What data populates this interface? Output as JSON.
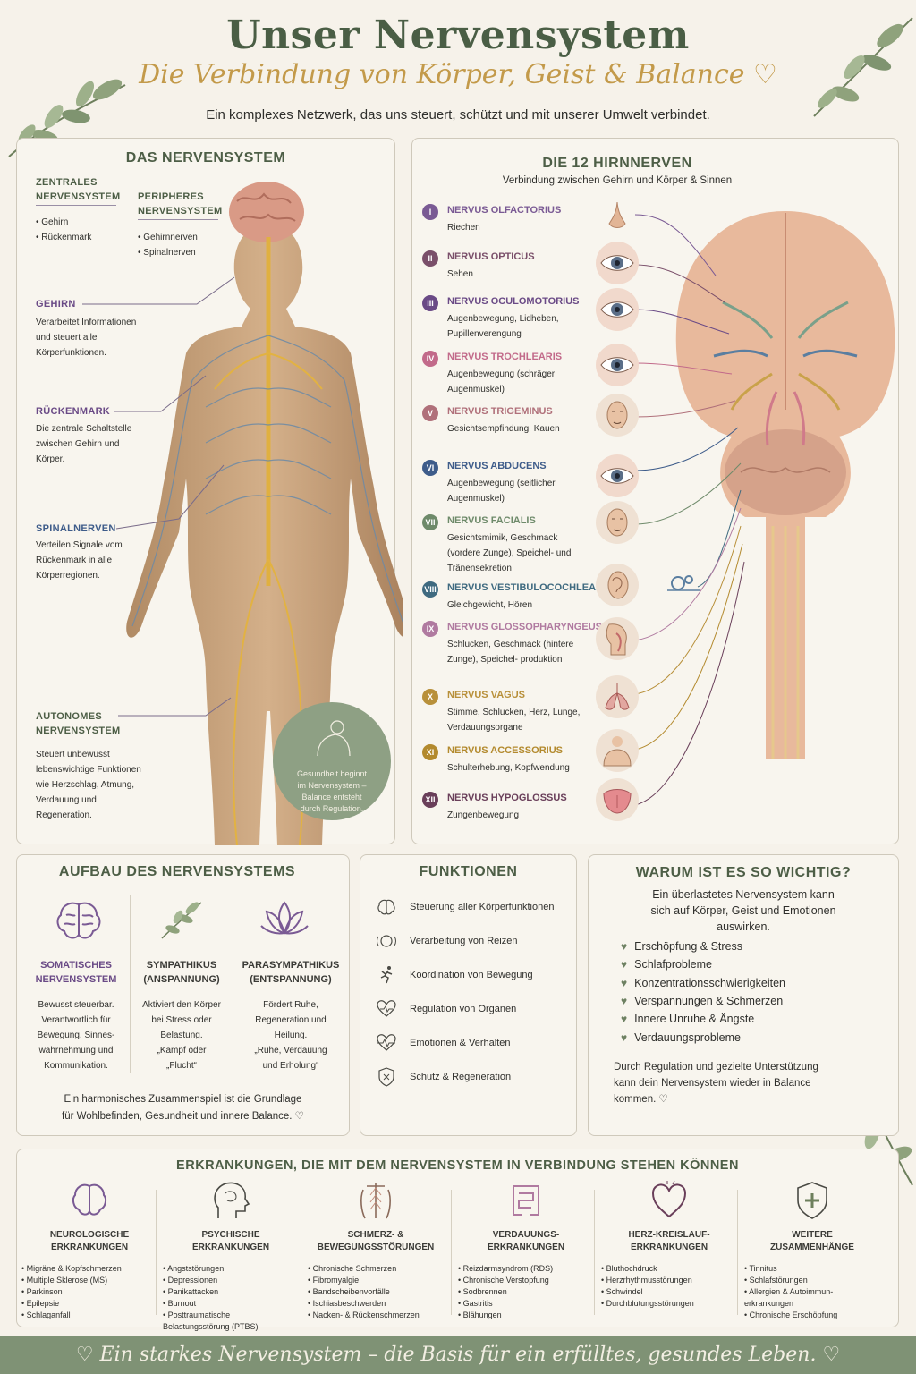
{
  "header": {
    "title": "Unser Nervensystem",
    "subtitle": "Die Verbindung von Körper, Geist & Balance ♡",
    "intro": "Ein komplexes Netzwerk, das uns steuert, schützt und mit unserer Umwelt verbindet."
  },
  "nervous_system": {
    "title": "DAS NERVENSYSTEM",
    "central_head_1": "ZENTRALES",
    "central_head_2": "NERVENSYSTEM",
    "central_items": [
      "• Gehirn",
      "• Rückenmark"
    ],
    "peripheral_head_1": "PERIPHERES",
    "peripheral_head_2": "NERVENSYSTEM",
    "peripheral_items": [
      "• Gehirnnerven",
      "• Spinalnerven"
    ],
    "brain_head": "GEHIRN",
    "brain_text": [
      "Verarbeitet Informationen",
      "und steuert alle",
      "Körperfunktionen."
    ],
    "spine_head": "RÜCKENMARK",
    "spine_text": [
      "Die zentrale Schaltstelle",
      "zwischen Gehirn und",
      "Körper."
    ],
    "spinal_head": "SPINALNERVEN",
    "spinal_text": [
      "Verteilen Signale vom",
      "Rückenmark in alle",
      "Körperregionen."
    ],
    "auto_head_1": "AUTONOMES",
    "auto_head_2": "NERVENSYSTEM",
    "auto_text": [
      "Steuert unbewusst",
      "lebenswichtige Funktionen",
      "wie Herzschlag, Atmung,",
      "Verdauung und",
      "Regeneration."
    ],
    "circle_text": [
      "Gesundheit beginnt",
      "im Nervensystem –",
      "Balance entsteht",
      "durch Regulation."
    ]
  },
  "cranial": {
    "title": "DIE 12 HIRNNERVEN",
    "subtitle": "Verbindung zwischen Gehirn und Körper & Sinnen",
    "nerves": [
      {
        "num": "I",
        "name": "NERVUS OLFACTORIUS",
        "desc": "Riechen",
        "color": "#7a5a94",
        "icon": "nose-icon"
      },
      {
        "num": "II",
        "name": "NERVUS OPTICUS",
        "desc": "Sehen",
        "color": "#7a4f6a",
        "icon": "eye-icon"
      },
      {
        "num": "III",
        "name": "NERVUS OCULOMOTORIUS",
        "desc": "Augenbewegung, Lidheben, Pupillenverengung",
        "color": "#6a4a86",
        "icon": "eye-icon"
      },
      {
        "num": "IV",
        "name": "NERVUS TROCHLEARIS",
        "desc": "Augenbewegung (schräger Augenmuskel)",
        "color": "#c26a8a",
        "icon": "eye-icon"
      },
      {
        "num": "V",
        "name": "NERVUS TRIGEMINUS",
        "desc": "Gesichtsempfindung, Kauen",
        "color": "#b0707a",
        "icon": "face-icon"
      },
      {
        "num": "VI",
        "name": "NERVUS ABDUCENS",
        "desc": "Augenbewegung (seitlicher Augenmuskel)",
        "color": "#3e5c8a",
        "icon": "eye-icon"
      },
      {
        "num": "VII",
        "name": "NERVUS FACIALIS",
        "desc": "Gesichtsmimik, Geschmack (vordere Zunge), Speichel- und Tränensekretion",
        "color": "#6e8a6a",
        "icon": "face-icon"
      },
      {
        "num": "VIII",
        "name": "NERVUS VESTIBULOCOCHLEARIS",
        "desc": "Gleichgewicht, Hören",
        "color": "#3f6a80",
        "icon": "ear-icon"
      },
      {
        "num": "IX",
        "name": "NERVUS GLOSSOPHARYNGEUS",
        "desc": "Schlucken, Geschmack (hintere Zunge), Speichel- produktion",
        "color": "#b07aa0",
        "icon": "throat-icon"
      },
      {
        "num": "X",
        "name": "NERVUS VAGUS",
        "desc": "Stimme, Schlucken, Herz, Lunge, Verdauungsorgane",
        "color": "#b8903a",
        "icon": "lungs-icon"
      },
      {
        "num": "XI",
        "name": "NERVUS ACCESSORIUS",
        "desc": "Schulterhebung, Kopfwendung",
        "color": "#b38a2e",
        "icon": "shoulder-icon"
      },
      {
        "num": "XII",
        "name": "NERVUS HYPOGLOSSUS",
        "desc": "Zungenbewegung",
        "color": "#6a3f5a",
        "icon": "tongue-icon"
      }
    ]
  },
  "structure": {
    "title": "AUFBAU DES NERVENSYSTEMS",
    "columns": [
      {
        "head_1": "SOMATISCHES",
        "head_2": "NERVENSYSTEM",
        "text": [
          "Bewusst steuerbar.",
          "Verantwortlich für",
          "Bewegung, Sinnes-",
          "wahrnehmung und",
          "Kommunikation."
        ],
        "color": "#6a4a86"
      },
      {
        "head_1": "SYMPATHIKUS",
        "head_2": "(ANSPANNUNG)",
        "text": [
          "Aktiviert den Körper",
          "bei Stress oder",
          "Belastung.",
          "„Kampf oder",
          "„Flucht“"
        ],
        "color": "#4d5e46"
      },
      {
        "head_1": "PARASYMPATHIKUS",
        "head_2": "(ENTSPANNUNG)",
        "text": [
          "Fördert Ruhe,",
          "Regeneration und",
          "Heilung.",
          "„Ruhe, Verdauung",
          "und Erholung“"
        ],
        "color": "#6a4a86"
      }
    ],
    "footer_1": "Ein harmonisches Zusammenspiel ist die Grundlage",
    "footer_2": "für Wohlbefinden, Gesundheit und innere Balance. ♡"
  },
  "functions": {
    "title": "FUNKTIONEN",
    "items": [
      {
        "label": "Steuerung aller Körperfunktionen",
        "icon": "brain-icon"
      },
      {
        "label": "Verarbeitung von Reizen",
        "icon": "head-waves-icon"
      },
      {
        "label": "Koordination von Bewegung",
        "icon": "runner-icon"
      },
      {
        "label": "Regulation von Organen",
        "icon": "heart-pulse-icon"
      },
      {
        "label": "Emotionen & Verhalten",
        "icon": "heartbeat-icon"
      },
      {
        "label": "Schutz & Regeneration",
        "icon": "shield-icon"
      }
    ]
  },
  "why": {
    "title": "WARUM IST ES SO WICHTIG?",
    "intro": [
      "Ein überlastetes Nervensystem kann",
      "sich auf Körper, Geist und Emotionen",
      "auswirken."
    ],
    "items": [
      "Erschöpfung & Stress",
      "Schlafprobleme",
      "Konzentrationsschwierigkeiten",
      "Verspannungen & Schmerzen",
      "Innere Unruhe & Ängste",
      "Verdauungsprobleme"
    ],
    "outro": [
      "Durch Regulation und gezielte Unterstützung",
      "kann dein Nervensystem wieder in Balance",
      "kommen. ♡"
    ]
  },
  "diseases": {
    "title": "ERKRANKUNGEN, DIE MIT DEM NERVENSYSTEM IN VERBINDUNG STEHEN KÖNNEN",
    "columns": [
      {
        "head": [
          "NEUROLOGISCHE",
          "ERKRANKUNGEN"
        ],
        "items": [
          "• Migräne & Kopfschmerzen",
          "• Multiple Sklerose (MS)",
          "• Parkinson",
          "• Epilepsie",
          "• Schlaganfall"
        ],
        "icon": "brain-icon"
      },
      {
        "head": [
          "PSYCHISCHE",
          "ERKRANKUNGEN"
        ],
        "items": [
          "• Angststörungen",
          "• Depressionen",
          "• Panikattacken",
          "• Burnout",
          "• Posttraumatische",
          "   Belastungsstörung (PTBS)"
        ],
        "icon": "head-brain-icon"
      },
      {
        "head": [
          "SCHMERZ- &",
          "BEWEGUNGSSTÖRUNGEN"
        ],
        "items": [
          "• Chronische Schmerzen",
          "• Fibromyalgie",
          "• Bandscheibenvorfälle",
          "• Ischiasbeschwerden",
          "• Nacken- & Rückenschmerzen"
        ],
        "icon": "back-icon"
      },
      {
        "head": [
          "VERDAUUNGS-",
          "ERKRANKUNGEN"
        ],
        "items": [
          "• Reizdarmsyndrom (RDS)",
          "• Chronische Verstopfung",
          "• Sodbrennen",
          "• Gastritis",
          "• Blähungen"
        ],
        "icon": "intestine-icon"
      },
      {
        "head": [
          "HERZ-KREISLAUF-",
          "ERKRANKUNGEN"
        ],
        "items": [
          "• Bluthochdruck",
          "• Herzrhythmusstörungen",
          "• Schwindel",
          "• Durchblutungsstörungen"
        ],
        "icon": "heart-icon"
      },
      {
        "head": [
          "WEITERE",
          "ZUSAMMENHÄNGE"
        ],
        "items": [
          "• Tinnitus",
          "• Schlafstörungen",
          "• Allergien & Autoimmun-",
          "   erkrankungen",
          "• Chronische Erschöpfung"
        ],
        "icon": "shield-plus-icon"
      }
    ]
  },
  "footer": {
    "text": "♡  Ein starkes Nervensystem – die Basis für ein erfülltes, gesundes Leben.  ♡"
  },
  "colors": {
    "accent_green": "#4d5e46",
    "accent_purple": "#6a4a86",
    "gold": "#c39a4a",
    "footer_bg": "#7f9275"
  }
}
